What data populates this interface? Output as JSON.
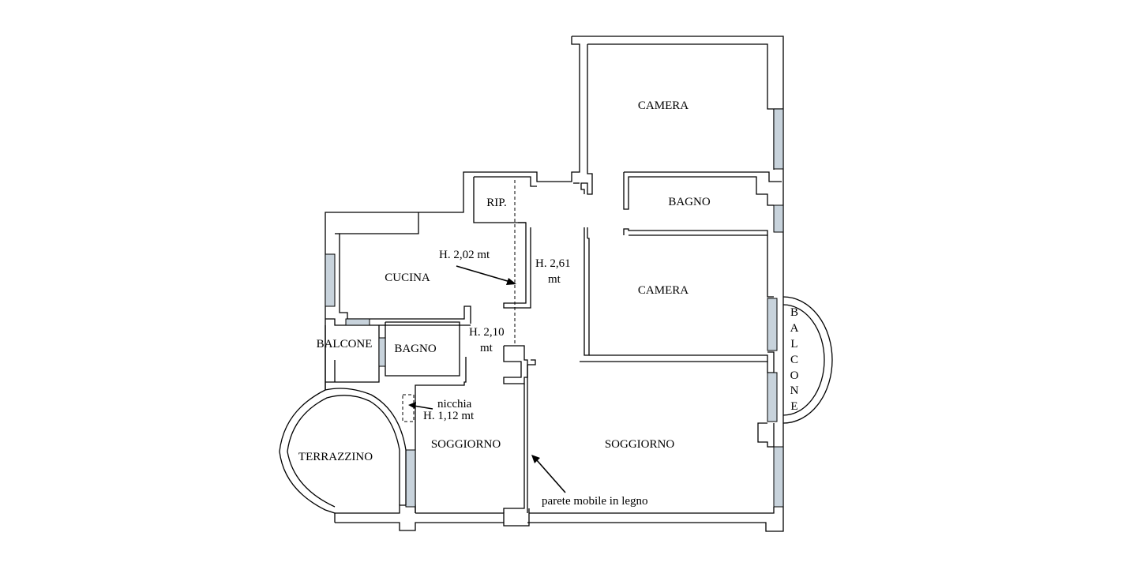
{
  "colors": {
    "window": "#c8d3dc",
    "wall": "#000000",
    "background": "#ffffff"
  },
  "rooms": {
    "camera_top": "CAMERA",
    "bagno_right": "BAGNO",
    "camera_mid": "CAMERA",
    "rip": "RIP.",
    "cucina": "CUCINA",
    "balcone_left": "BALCONE",
    "bagno_left": "BAGNO",
    "terrazzino": "TERRAZZINO",
    "soggiorno_left": "SOGGIORNO",
    "soggiorno_right": "SOGGIORNO",
    "balcone_right": [
      "B",
      "A",
      "L",
      "C",
      "O",
      "N",
      "E"
    ]
  },
  "annotations": {
    "h_cucina": "H. 2,02 mt",
    "h_corridor_1": "H. 2,61",
    "h_corridor_2": "mt",
    "h_passage_1": "H. 2,10",
    "h_passage_2": "mt",
    "nicchia_1": "nicchia",
    "nicchia_2": "H. 1,12 mt",
    "parete": "parete mobile in legno"
  }
}
